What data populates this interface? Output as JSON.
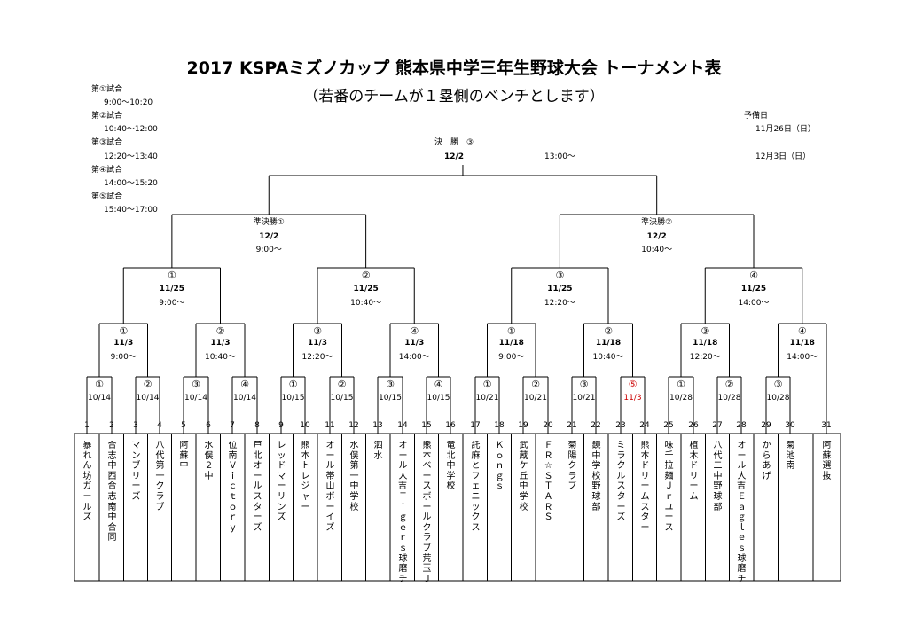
{
  "title": "2017 KSPAミズノカップ 熊本県中学三年生野球大会 トーナメント表",
  "subtitle": "（若番のチームが１塁側のベンチとします）",
  "schedule": [
    {
      "label": "第①試合",
      "time": "9:00～10:20"
    },
    {
      "label": "第②試合",
      "time": "10:40～12:00"
    },
    {
      "label": "第③試合",
      "time": "12:20～13:40"
    },
    {
      "label": "第④試合",
      "time": "14:00～15:20"
    },
    {
      "label": "第⑤試合",
      "time": "15:40～17:00"
    }
  ],
  "reserve": {
    "label": "予備日",
    "date1": "11月26日（日）",
    "date2": "12月3日（日）"
  },
  "final": {
    "label": "決　勝　③",
    "date": "12/2",
    "time": "13:00～"
  },
  "semis": [
    {
      "label": "準決勝①",
      "date": "12/2",
      "time": "9:00～"
    },
    {
      "label": "準決勝②",
      "date": "12/2",
      "time": "10:40～"
    }
  ],
  "qf": [
    {
      "mark": "①",
      "date": "11/25",
      "time": "9:00～"
    },
    {
      "mark": "②",
      "date": "11/25",
      "time": "10:40～"
    },
    {
      "mark": "③",
      "date": "11/25",
      "time": "12:20～"
    },
    {
      "mark": "④",
      "date": "11/25",
      "time": "14:00～"
    }
  ],
  "r16": [
    {
      "mark": "①",
      "date": "11/3",
      "time": "9:00～"
    },
    {
      "mark": "②",
      "date": "11/3",
      "time": "10:40～"
    },
    {
      "mark": "③",
      "date": "11/3",
      "time": "12:20～"
    },
    {
      "mark": "④",
      "date": "11/3",
      "time": "14:00～"
    },
    {
      "mark": "①",
      "date": "11/18",
      "time": "9:00～"
    },
    {
      "mark": "②",
      "date": "11/18",
      "time": "10:40～"
    },
    {
      "mark": "③",
      "date": "11/18",
      "time": "12:20～"
    },
    {
      "mark": "④",
      "date": "11/18",
      "time": "14:00～"
    }
  ],
  "r1": [
    {
      "mark": "①",
      "date": "10/14"
    },
    {
      "mark": "②",
      "date": "10/14"
    },
    {
      "mark": "③",
      "date": "10/14"
    },
    {
      "mark": "④",
      "date": "10/14"
    },
    {
      "mark": "①",
      "date": "10/15"
    },
    {
      "mark": "②",
      "date": "10/15"
    },
    {
      "mark": "③",
      "date": "10/15"
    },
    {
      "mark": "④",
      "date": "10/15"
    },
    {
      "mark": "①",
      "date": "10/21"
    },
    {
      "mark": "②",
      "date": "10/21"
    },
    {
      "mark": "③",
      "date": "10/21"
    },
    {
      "mark": "⑤",
      "date": "11/3",
      "highlight": true
    },
    {
      "mark": "①",
      "date": "10/28"
    },
    {
      "mark": "②",
      "date": "10/28"
    },
    {
      "mark": "③",
      "date": "10/28"
    }
  ],
  "teams": [
    {
      "no": "1",
      "name": "暴れん坊ガールズ"
    },
    {
      "no": "2",
      "name": "合志中西合志南中合同"
    },
    {
      "no": "3",
      "name": "マンブリーズ"
    },
    {
      "no": "4",
      "name": "八代第一クラブ"
    },
    {
      "no": "5",
      "name": "阿蘇中"
    },
    {
      "no": "6",
      "name": "水俣２中"
    },
    {
      "no": "7",
      "name": "位南Ｖｉｃｔｏｒｙ"
    },
    {
      "no": "8",
      "name": "芦北オールスターズ"
    },
    {
      "no": "9",
      "name": "レッドマーリンズ"
    },
    {
      "no": "10",
      "name": "熊本トレジャー"
    },
    {
      "no": "11",
      "name": "オール帯山ボーイズ"
    },
    {
      "no": "12",
      "name": "水俣第一中学校"
    },
    {
      "no": "13",
      "name": "泗水"
    },
    {
      "no": "14",
      "name": "オール人吉・Ｔｉｇｅｒｓ球磨チーム絆"
    },
    {
      "no": "15",
      "name": "熊本ベースボールクラブ荒玉Ｊｒ"
    },
    {
      "no": "16",
      "name": "竜北中学校"
    },
    {
      "no": "17",
      "name": "託麻とフェニックス"
    },
    {
      "no": "18",
      "name": "Ｋｏｎｇｓ"
    },
    {
      "no": "19",
      "name": "武蔵ケ丘中学校"
    },
    {
      "no": "20",
      "name": "ＦＲ☆ＳＴＡＲＳ"
    },
    {
      "no": "21",
      "name": "菊陽クラブ"
    },
    {
      "no": "22",
      "name": "鏡中学校野球部"
    },
    {
      "no": "23",
      "name": "ミラクルスターズ"
    },
    {
      "no": "24",
      "name": "熊本ドリームスター"
    },
    {
      "no": "25",
      "name": "味千拉麺Ｊｒユース"
    },
    {
      "no": "26",
      "name": "植木ドリーム"
    },
    {
      "no": "27",
      "name": "八代二中野球部"
    },
    {
      "no": "28",
      "name": "オール人吉・Ｅａｇｌｅｓ球磨チーム絆"
    },
    {
      "no": "29",
      "name": "からあげ"
    },
    {
      "no": "30",
      "name": "菊池南"
    },
    {
      "no": "31",
      "name": "阿蘇選抜"
    }
  ]
}
